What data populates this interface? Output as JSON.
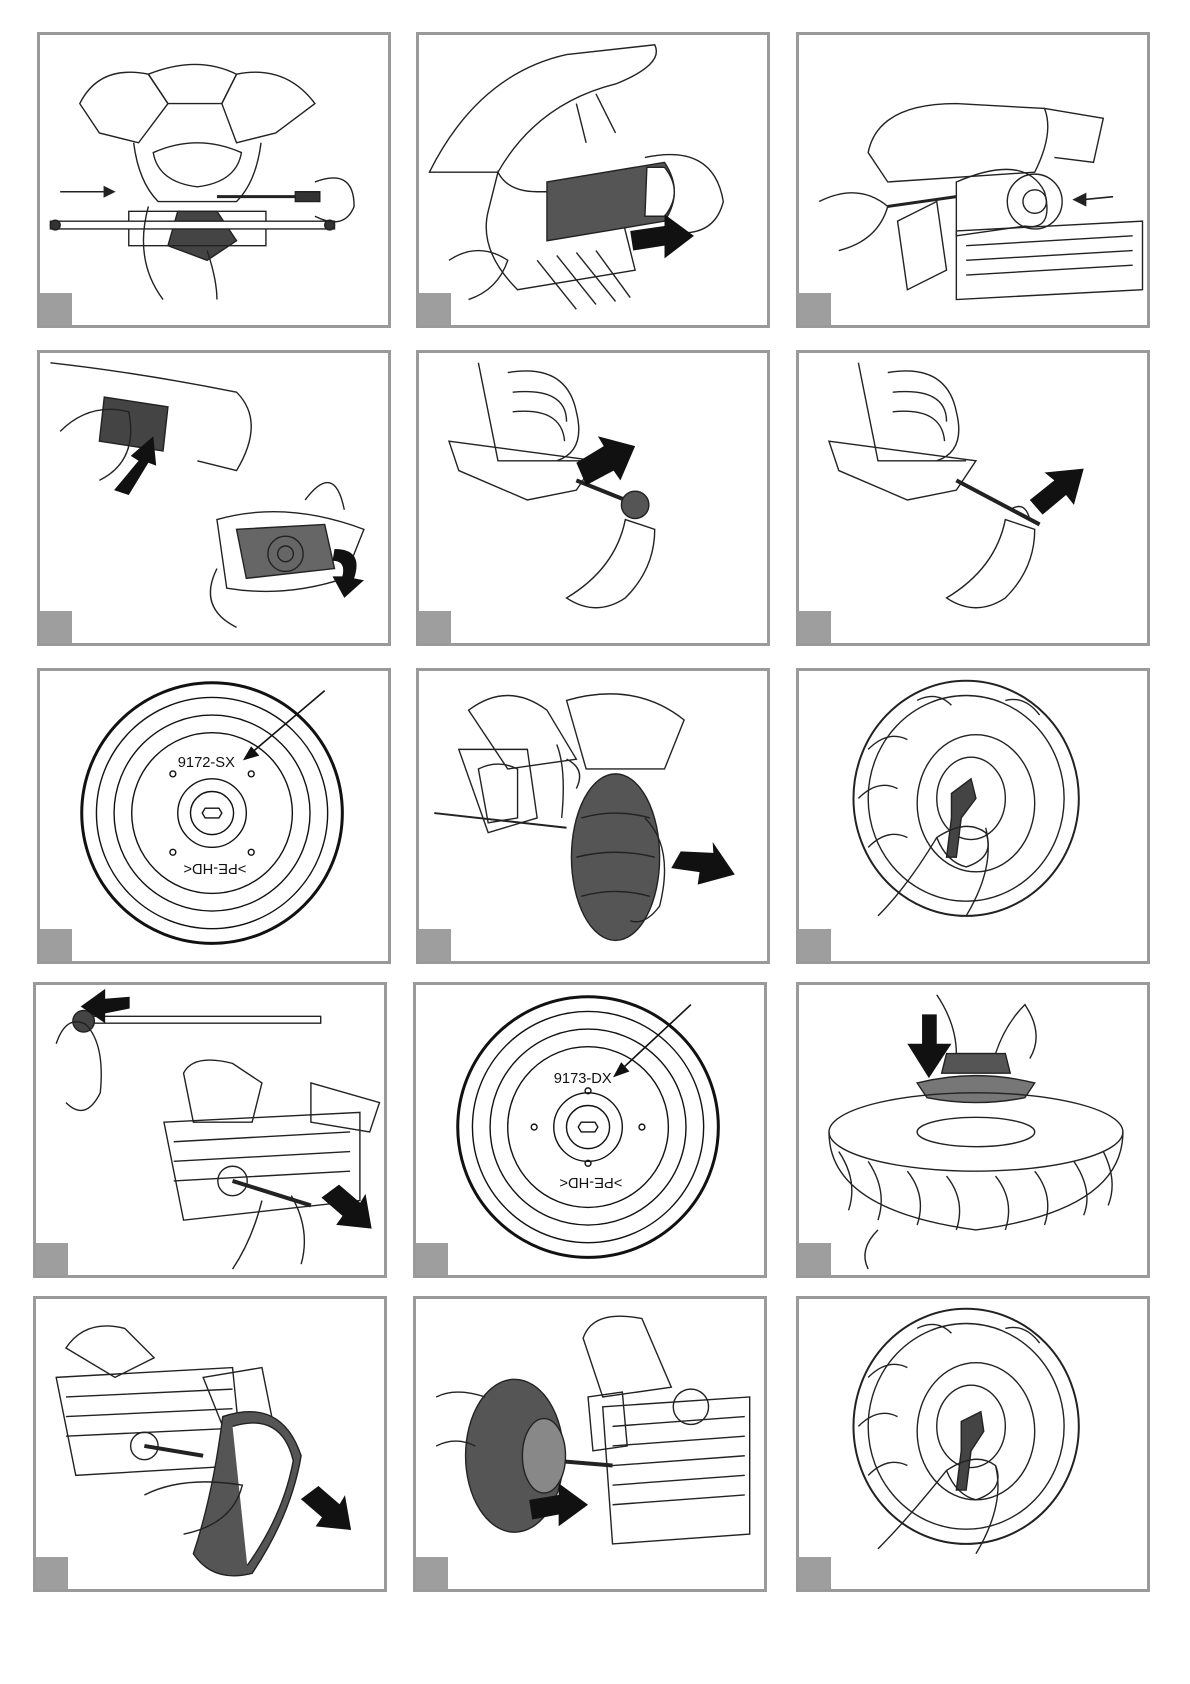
{
  "wheel_labels": {
    "left_wheel_code": "9172-SX",
    "left_wheel_brand": ">PE-HD<",
    "right_wheel_code": "9173-DX",
    "right_wheel_brand": ">PE-HD<"
  }
}
